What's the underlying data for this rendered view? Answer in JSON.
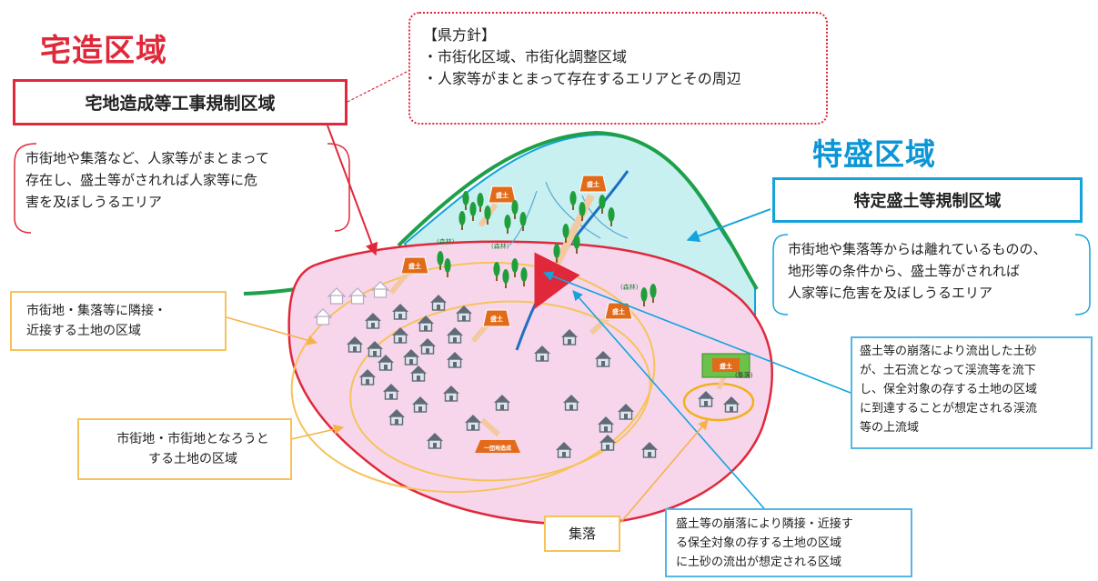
{
  "takuzo_title": "宅造区域",
  "tokumori_title": "特盛区域",
  "takuzo_box": "宅地造成等工事規制区域",
  "tokumori_box": "特定盛土等規制区域",
  "policy": {
    "heading": "【県方針】",
    "lines": [
      "・市街化区域、市街化調整区域",
      "・人家等がまとまって存在するエリアとその周辺"
    ]
  },
  "takuzo_desc": [
    "市街地や集落など、人家等がまとまって",
    "存在し、盛土等がされれば人家等に危",
    "害を及ぼしうるエリア"
  ],
  "tokumori_desc": [
    "市街地や集落等からは離れているものの、",
    "地形等の条件から、盛土等がされれば",
    "人家等に危害を及ぼしうるエリア"
  ],
  "adjacent_box": [
    "市街地・集落等に隣接・",
    "近接する土地の区域"
  ],
  "urban_box": [
    "市街地・市街地となろうと",
    "する土地の区域"
  ],
  "village_box": "集落",
  "upstream_box": [
    "盛土等の崩落により流出した土砂",
    "が、土石流となって渓流等を流下",
    "し、保全対象の存する土地の区域",
    "に到達することが想定される渓流",
    "等の上流域"
  ],
  "runoff_box": [
    "盛土等の崩落により隣接・近接す",
    "る保全対象の存する土地の区域",
    "に土砂の流出が想定される区域"
  ],
  "diagram_labels": {
    "mound": "盛土",
    "forest": "(森林)",
    "village_tag": "(集落)",
    "fill_area": "一団地造成"
  },
  "colors": {
    "red": "#e0283a",
    "blue": "#14a3dc",
    "yellow": "#f6c35a",
    "green": "#1ea04a",
    "pink": "#f7d6ec",
    "cyan": "#c9f0f0"
  }
}
